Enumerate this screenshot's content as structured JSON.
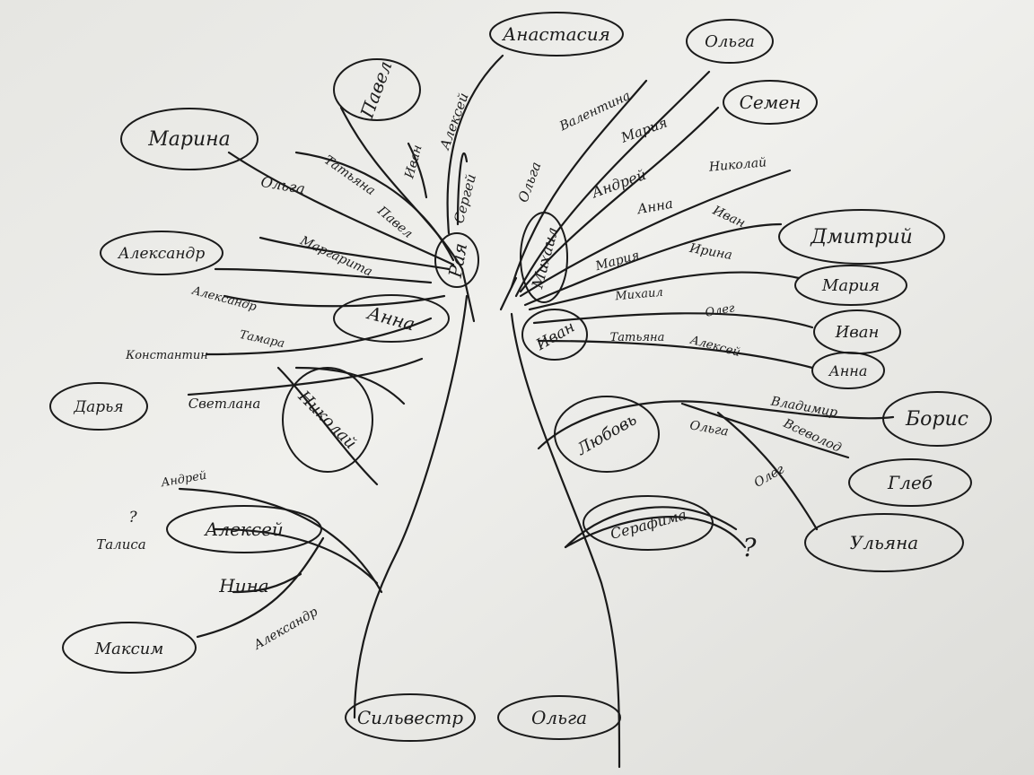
{
  "photo": {
    "paper_color": "#efefec",
    "ink_color": "#1a1a1a",
    "subject": "hand-drawn family tree",
    "names": {
      "root_left": "Сильвестр",
      "root_right": "Ольга",
      "rayа": "Рая",
      "sergey": "Сергей",
      "ivan_top": "Иван",
      "aleksey_top": "Алексей",
      "anastasia": "Анастасия",
      "pavel_oval": "Павел",
      "pavel_text": "Павел",
      "tatyana_top": "Татьяна",
      "marina": "Марина",
      "olga_left": "Ольга",
      "margarita": "Маргарита",
      "anna_left": "Анна",
      "aleksandr_oval": "Александр",
      "aleksandr_text": "Александр",
      "tamara": "Тамара",
      "konstantin": "Константин",
      "darya": "Дарья",
      "svetlana": "Светлана",
      "nikolay_oval": "Николай",
      "andrey_left": "Андрей",
      "question_left": "?",
      "talisa": "Талиса",
      "aleksey_left": "Алексей",
      "nina": "Нина",
      "maksim": "Максим",
      "aleksandr_bottom": "Александр",
      "mikhail_oval": "Михаил",
      "olga_mid": "Ольга",
      "valentina": "Валентина",
      "olga_top_right": "Ольга",
      "maria_top": "Мария",
      "semen": "Семен",
      "andrey_right": "Андрей",
      "nikolay_right": "Николай",
      "anna_right": "Анна",
      "ivan_right": "Иван",
      "dmitriy": "Дмитрий",
      "maria_mid": "Мария",
      "irina": "Ирина",
      "maria_oval": "Мария",
      "ivan_oval": "Иван",
      "mikhail_text": "Михаил",
      "oleg_mid": "Олег",
      "ivan_oval2": "Иван",
      "tatyana_right": "Татьяна",
      "aleksey_right": "Алексей",
      "anna_oval": "Анна",
      "lyubov": "Любовь",
      "olga_low": "Ольга",
      "vladimir": "Владимир",
      "boris": "Борис",
      "vsevolod": "Всеволод",
      "gleb": "Глеб",
      "oleg_low": "Олег",
      "ulyana": "Ульяна",
      "serafima": "Серафима",
      "question_right": "?"
    }
  }
}
